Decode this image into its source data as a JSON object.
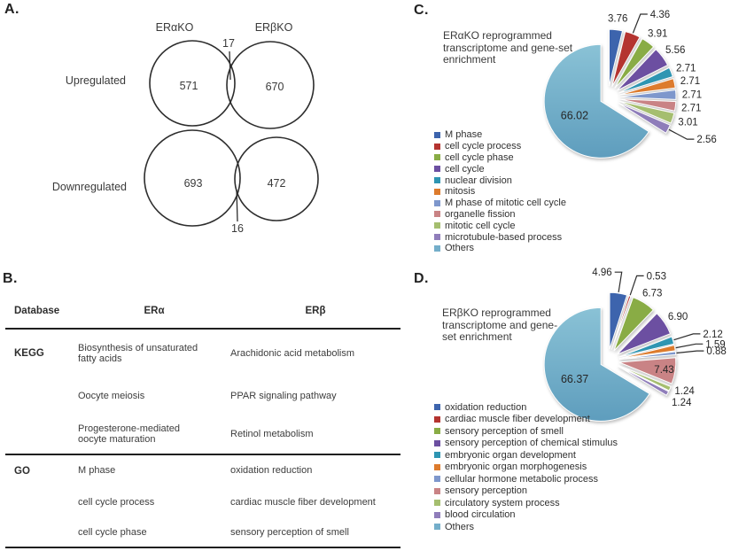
{
  "figure": {
    "panel_a_label": "A.",
    "panel_b_label": "B.",
    "panel_c_label": "C.",
    "panel_d_label": "D."
  },
  "venn": {
    "group_headers": [
      "ERαKO",
      "ERβKO"
    ],
    "rows": [
      {
        "label": "Upregulated",
        "left_count": "571",
        "overlap_count": "17",
        "right_count": "670"
      },
      {
        "label": "Downregulated",
        "left_count": "693",
        "overlap_count": "16",
        "right_count": "472"
      }
    ]
  },
  "table": {
    "headers": [
      "Database",
      "ERα",
      "ERβ"
    ],
    "sections": [
      {
        "database": "KEGG",
        "rows": [
          {
            "era": "Biosynthesis of unsaturated\nfatty acids",
            "erb": "Arachidonic acid metabolism"
          },
          {
            "era": "Oocyte meiosis",
            "erb": "PPAR signaling pathway"
          },
          {
            "era": "Progesterone-mediated\noocyte maturation",
            "erb": "Retinol metabolism"
          }
        ]
      },
      {
        "database": "GO",
        "rows": [
          {
            "era": "M phase",
            "erb": "oxidation reduction"
          },
          {
            "era": "cell cycle process",
            "erb": "cardiac muscle fiber development"
          },
          {
            "era": "cell cycle phase",
            "erb": "sensory perception of smell"
          }
        ]
      }
    ]
  },
  "chart_data": [
    {
      "type": "pie",
      "title": "ERαKO reprogrammed transcriptome and gene-set enrichment",
      "title_lines": [
        "ERαKO reprogrammed",
        "transcriptome and gene-set",
        "enrichment"
      ],
      "categories": [
        "M phase",
        "cell cycle process",
        "cell cycle phase",
        "cell cycle",
        "nuclear division",
        "mitosis",
        "M phase of mitotic cell cycle",
        "organelle fission",
        "mitotic cell cycle",
        "microtubule-based process",
        "Others"
      ],
      "values": [
        "3.76",
        "4.36",
        "3.91",
        "5.56",
        "2.71",
        "2.71",
        "2.71",
        "2.71",
        "3.01",
        "2.56",
        "66.02"
      ],
      "colors": [
        "#3D64AD",
        "#B43430",
        "#89AC45",
        "#6C4FA1",
        "#2E95B2",
        "#DD7B2D",
        "#7E97CC",
        "#C98385",
        "#A5BE6F",
        "#8F7DBA",
        "#74AECA"
      ],
      "legend_position": "bottom-left",
      "layout": {
        "start_angle_deg": 0,
        "clockwise": true,
        "exploded": true,
        "callout_indices": [
          1,
          9
        ],
        "inside_label_indices": [
          10
        ]
      }
    },
    {
      "type": "pie",
      "title": "ERβKO reprogrammed transcriptome and gene-set enrichment",
      "title_lines": [
        "ERβKO reprogrammed",
        "transcriptome and gene-",
        "set enrichment"
      ],
      "categories": [
        "oxidation reduction",
        "cardiac muscle fiber development",
        "sensory perception of smell",
        "sensory perception of chemical stimulus",
        "embryonic organ development",
        "embryonic organ morphogenesis",
        "cellular hormone metabolic process",
        "sensory perception",
        "circulatory system process",
        "blood circulation",
        "Others"
      ],
      "values": [
        "4.96",
        "0.53",
        "6.73",
        "6.90",
        "2.12",
        "1.59",
        "0.88",
        "7.43",
        "1.24",
        "1.24",
        "66.37"
      ],
      "colors": [
        "#3D64AD",
        "#B43430",
        "#89AC45",
        "#6C4FA1",
        "#2E95B2",
        "#DD7B2D",
        "#7E97CC",
        "#C98385",
        "#A5BE6F",
        "#8F7DBA",
        "#74AECA"
      ],
      "legend_position": "bottom-left",
      "layout": {
        "start_angle_deg": 0,
        "clockwise": true,
        "exploded": true,
        "callout_indices": [
          0,
          1,
          4,
          5,
          6
        ],
        "inside_label_indices": [
          7,
          10
        ]
      }
    }
  ]
}
